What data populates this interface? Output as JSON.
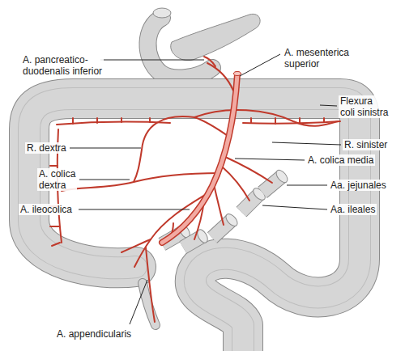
{
  "diagram": {
    "labels": [
      "A. mesenterica superior",
      "A. pancreatico- duodenalis inferior",
      "Flexura coli sinistra",
      "R. dextra",
      "R. sinister",
      "A. colica media",
      "A. colica dextra",
      "Aa. jejunales",
      "A. ileocolica",
      "Aa. ileales",
      "A. appendicularis"
    ]
  }
}
